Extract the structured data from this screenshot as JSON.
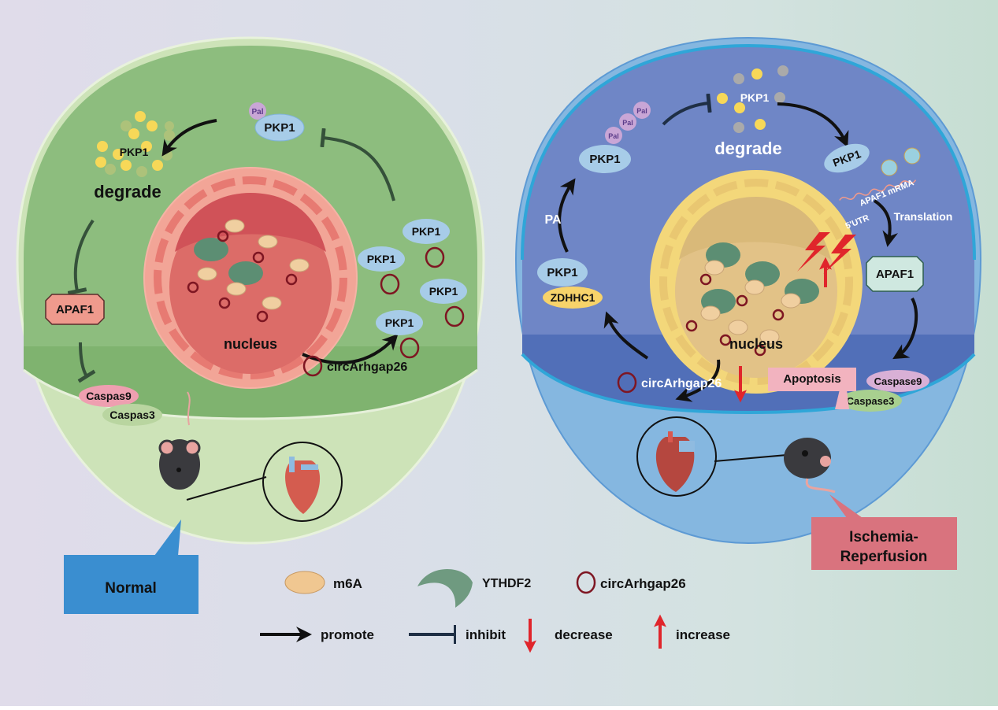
{
  "normal": {
    "pal_label": "Pal",
    "pkp1_top": "PKP1",
    "pkp1_degrade": "PKP1",
    "degrade_label": "degrade",
    "apaf1": "APAF1",
    "caspas9": "Caspas9",
    "caspas3": "Caspas3",
    "nucleus": "nucleus",
    "pkp1_free": [
      "PKP1",
      "PKP1",
      "PKP1",
      "PKP1"
    ],
    "circ_label": "circArhgap26",
    "condition_label": "Normal",
    "colors": {
      "cytoplasm": "#8dbd7e",
      "outer": "#cde3b8",
      "nucleus": "#e66f6a",
      "label_box": "#3a8ed0"
    }
  },
  "ir": {
    "pal_labels": [
      "Pal",
      "Pal",
      "Pal"
    ],
    "pkp1_pal": "PKP1",
    "pkp1_degrade": "PKP1",
    "degrade_label": "degrade",
    "pkp1_translation": "PKP1",
    "mrna_label": "APAF1 mRMA",
    "utr_label": "5'UTR",
    "translation_label": "Translation",
    "apaf1": "APAF1",
    "pa_label": "PA",
    "pkp1_zdhhc": "PKP1",
    "zdhhc1": "ZDHHC1",
    "nucleus": "nucleus",
    "caspase9": "Caspase9",
    "caspase3": "Caspase3",
    "apoptosis": "Apoptosis",
    "circ_label": "circArhgap26",
    "condition_label": "Ischemia-Reperfusion",
    "condition_lines": [
      "Ischemia-",
      "Reperfusion"
    ],
    "colors": {
      "cytoplasm": "#6f86c6",
      "outer": "#85b7e0",
      "nucleus": "#f3d77a",
      "label_box": "#d9737e"
    }
  },
  "legend": {
    "shapes": [
      {
        "icon": "m6a-ellipse-icon",
        "label": "m6A"
      },
      {
        "icon": "ythdf2-crescent-icon",
        "label": "YTHDF2"
      },
      {
        "icon": "circ-ring-icon",
        "label": "circArhgap26"
      }
    ],
    "arrows": [
      {
        "icon": "promote-arrow-icon",
        "label": "promote"
      },
      {
        "icon": "inhibit-bar-icon",
        "label": "inhibit"
      },
      {
        "icon": "decrease-arrow-icon",
        "label": "decrease"
      },
      {
        "icon": "increase-arrow-icon",
        "label": "increase"
      }
    ]
  }
}
